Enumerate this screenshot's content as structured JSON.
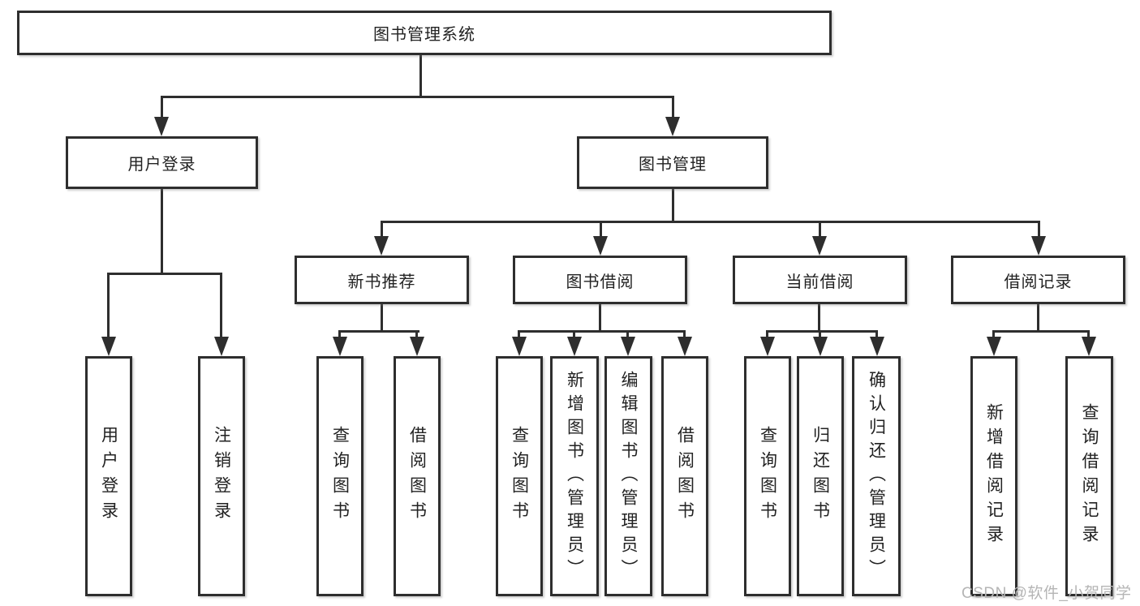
{
  "diagram": {
    "title": "图书管理系统",
    "level2": {
      "user_login": "用户登录",
      "book_management": "图书管理"
    },
    "level3": {
      "new_book_recommendation": "新书推荐",
      "book_borrowing": "图书借阅",
      "current_borrowing": "当前借阅",
      "borrowing_records": "借阅记录"
    },
    "leaves": {
      "user_login": [
        "用户登录",
        "注销登录"
      ],
      "new_book_recommendation": [
        "查询图书",
        "借阅图书"
      ],
      "book_borrowing": [
        "查询图书",
        "新增图书（管理员）",
        "编辑图书（管理员）",
        "借阅图书"
      ],
      "current_borrowing": [
        "查询图书",
        "归还图书",
        "确认归还（管理员）"
      ],
      "borrowing_records": [
        "新增借阅记录",
        "查询借阅记录"
      ]
    }
  },
  "watermark": "CSDN @软件_小贺同学",
  "colors": {
    "line": "#2e2e2e",
    "background": "#ffffff",
    "watermark": "#b5b5b5"
  }
}
